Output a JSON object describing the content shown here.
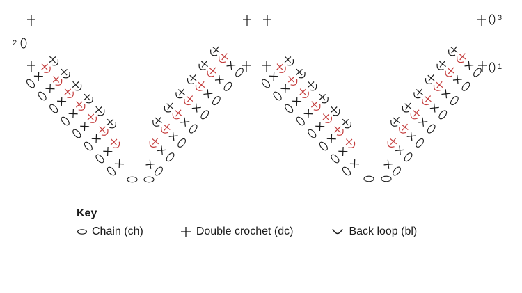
{
  "row_labels": {
    "row1": "1",
    "row2": "2",
    "row3": "3"
  },
  "colors": {
    "ink": "#1a1a1a",
    "accent": "#c43c3c"
  },
  "key": {
    "title": "Key",
    "items": [
      {
        "symbol": "chain-icon",
        "label": "Chain (ch)"
      },
      {
        "symbol": "double-crochet-icon",
        "label": "Double crochet (dc)"
      },
      {
        "symbol": "back-loop-icon",
        "label": "Back loop (bl)"
      }
    ]
  }
}
